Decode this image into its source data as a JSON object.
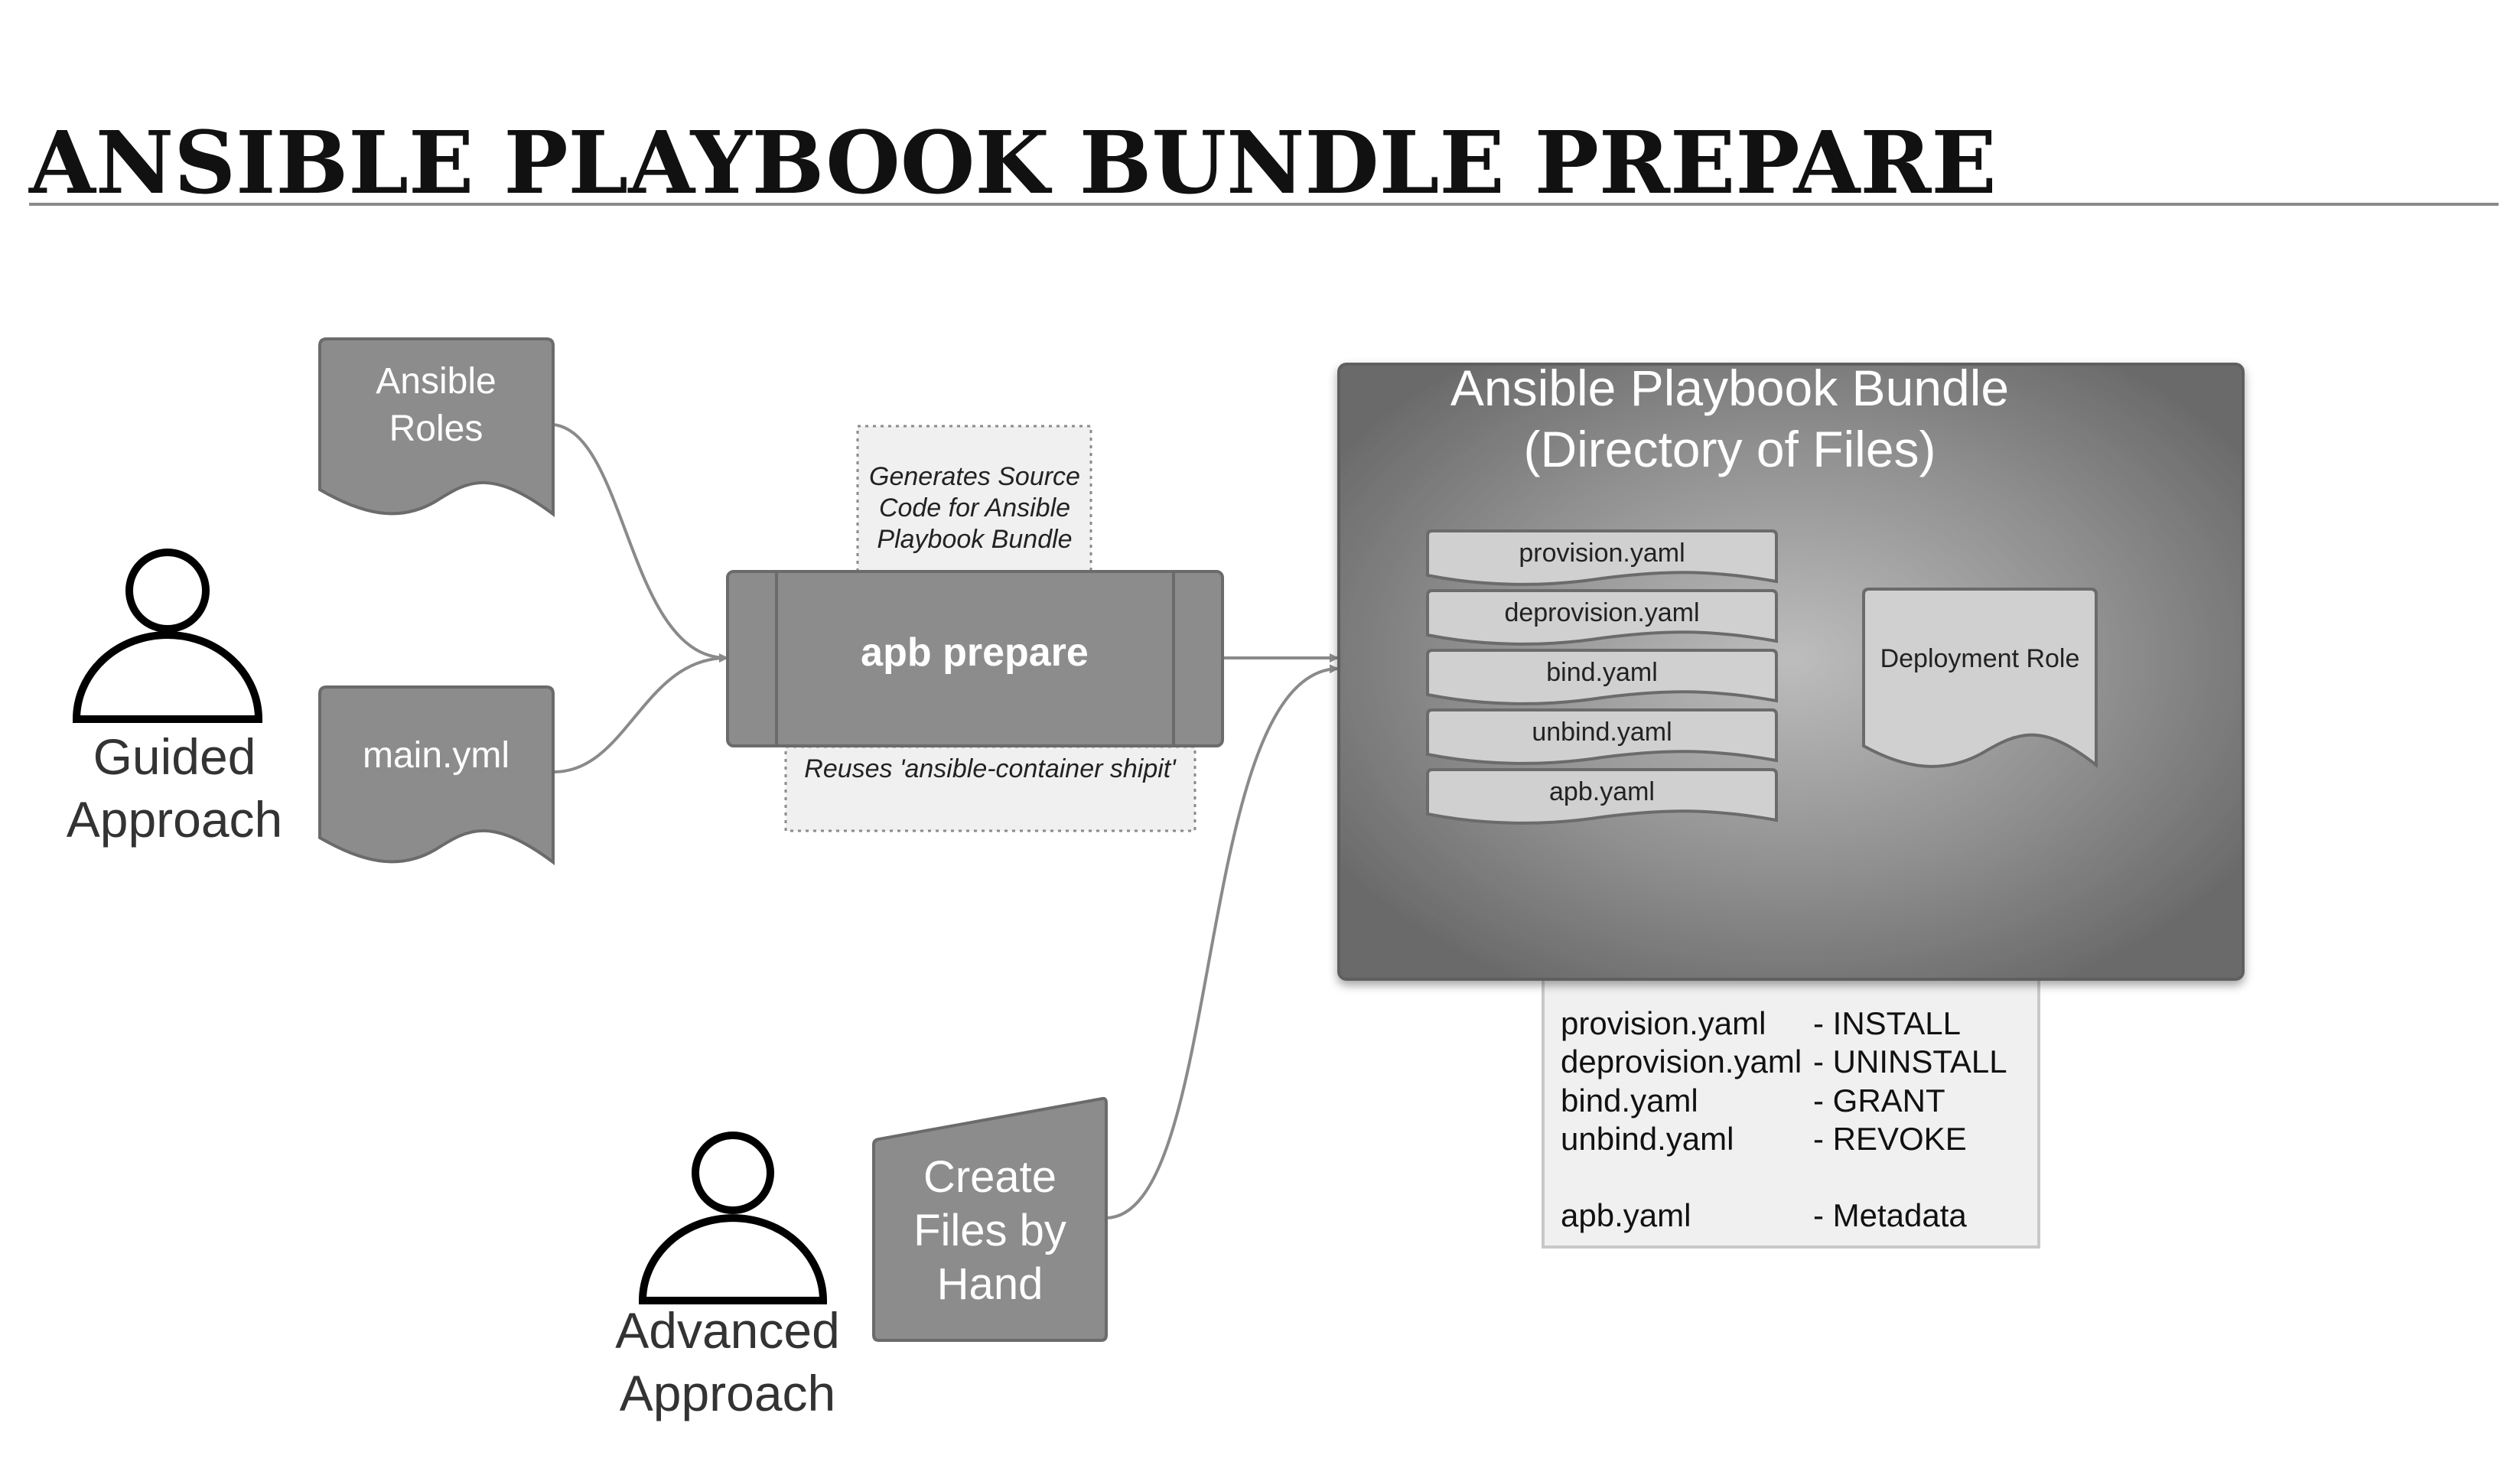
{
  "title": "ANSIBLE PLAYBOOK BUNDLE PREPARE",
  "actors": {
    "guided": {
      "line1": "Guided",
      "line2": "Approach"
    },
    "advanced": {
      "line1": "Advanced",
      "line2": "Approach"
    }
  },
  "inputs": {
    "ansible_roles": {
      "line1": "Ansible",
      "line2": "Roles"
    },
    "main_yml": "main.yml",
    "create_files": {
      "line1": "Create",
      "line2": "Files by",
      "line3": "Hand"
    }
  },
  "process": {
    "label": "apb prepare",
    "note_top": {
      "line1": "Generates Source",
      "line2": "Code for Ansible",
      "line3": "Playbook Bundle"
    },
    "note_bottom": "Reuses 'ansible-container shipit'"
  },
  "bundle": {
    "title_line1": "Ansible Playbook Bundle",
    "title_line2": "(Directory of Files)",
    "files": [
      "provision.yaml",
      "deprovision.yaml",
      "bind.yaml",
      "unbind.yaml",
      "apb.yaml"
    ],
    "deployment_role": "Deployment Role"
  },
  "legend": {
    "rows": [
      {
        "file": "provision.yaml",
        "desc": "-  INSTALL"
      },
      {
        "file": "deprovision.yaml",
        "desc": "-  UNINSTALL"
      },
      {
        "file": "bind.yaml",
        "desc": "-  GRANT"
      },
      {
        "file": "unbind.yaml",
        "desc": "-  REVOKE"
      },
      {
        "file": "apb.yaml",
        "desc": "- Metadata"
      }
    ]
  },
  "colors": {
    "node_fill": "#8c8c8c",
    "node_stroke": "#6b6b6b",
    "file_fill": "#d0d0d0",
    "note_fill": "#f0f0f0",
    "connector": "#8a8a8a",
    "bundle_center": "#b8b8b8",
    "bundle_edge": "#6e6e6e"
  }
}
